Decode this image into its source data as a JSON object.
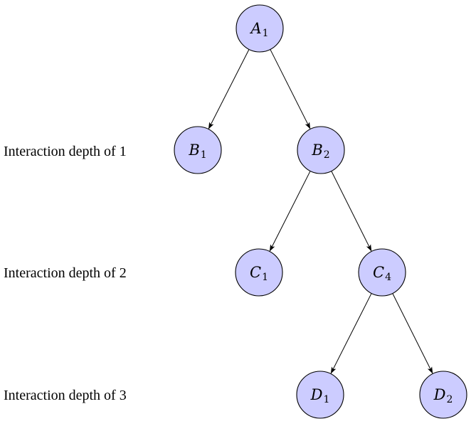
{
  "diagram": {
    "type": "tree",
    "node_fill": "#ccccff",
    "node_stroke": "#000000",
    "nodes": [
      {
        "id": "a1",
        "letter": "A",
        "sub": "1"
      },
      {
        "id": "b1",
        "letter": "B",
        "sub": "1"
      },
      {
        "id": "b2",
        "letter": "B",
        "sub": "2"
      },
      {
        "id": "c1",
        "letter": "C",
        "sub": "1"
      },
      {
        "id": "c4",
        "letter": "C",
        "sub": "4"
      },
      {
        "id": "d1",
        "letter": "D",
        "sub": "1"
      },
      {
        "id": "d2",
        "letter": "D",
        "sub": "2"
      }
    ],
    "edges": [
      {
        "from": "a1",
        "to": "b1"
      },
      {
        "from": "a1",
        "to": "b2"
      },
      {
        "from": "b2",
        "to": "c1"
      },
      {
        "from": "b2",
        "to": "c4"
      },
      {
        "from": "c4",
        "to": "d1"
      },
      {
        "from": "c4",
        "to": "d2"
      }
    ],
    "depth_labels": [
      "Interaction depth of 1",
      "Interaction depth of 2",
      "Interaction depth of 3"
    ]
  }
}
